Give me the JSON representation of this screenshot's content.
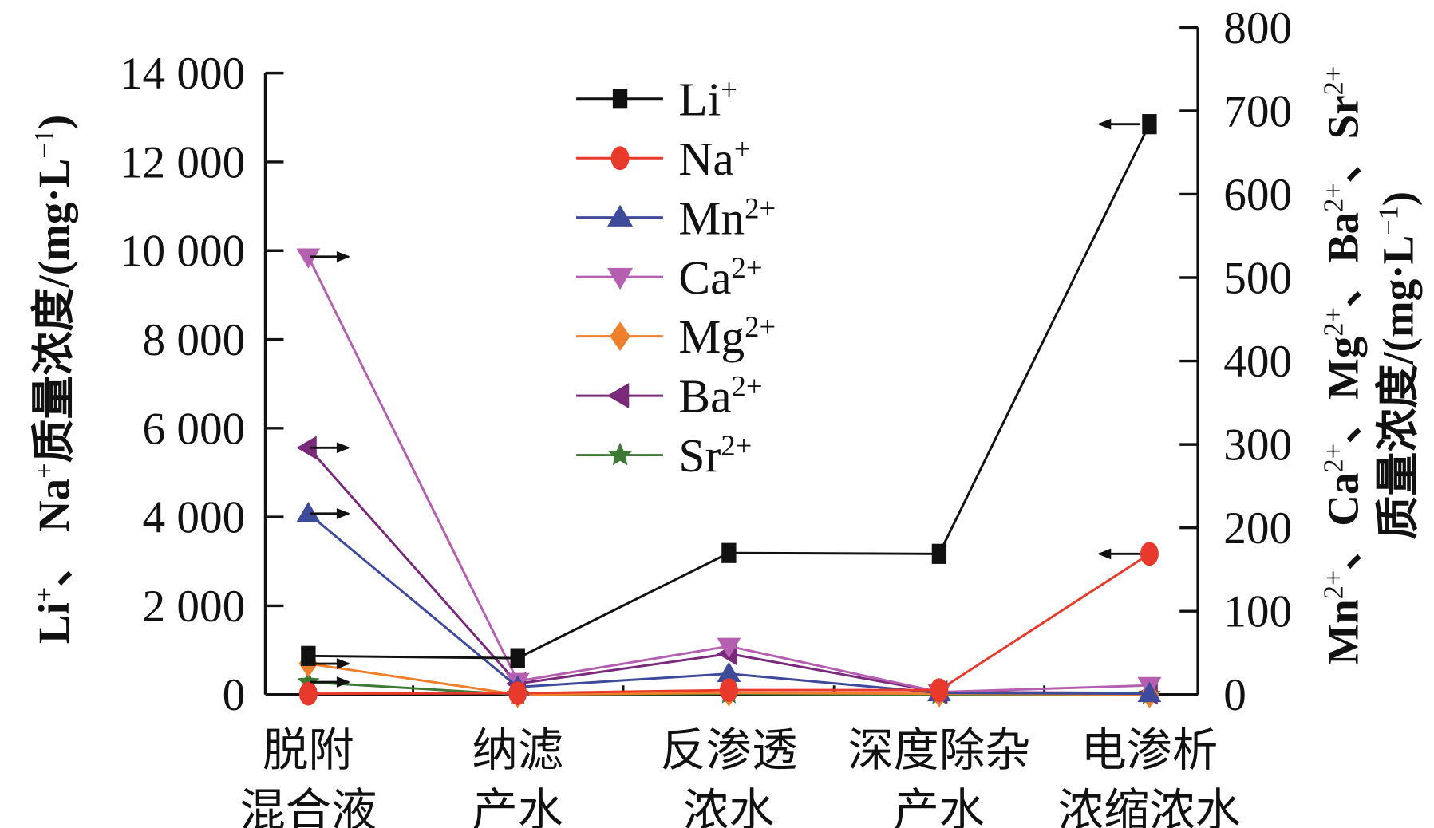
{
  "chart_data": {
    "type": "line",
    "categories": [
      [
        "脱附",
        "混合液"
      ],
      [
        "纳滤",
        "产水"
      ],
      [
        "反渗透",
        "浓水"
      ],
      [
        "深度除杂",
        "产水"
      ],
      [
        "电渗析",
        "浓缩浓水"
      ]
    ],
    "left_axis": {
      "label_parts": [
        "Li",
        "+",
        "、 Na",
        "+",
        "质量浓度/(mg·L",
        "−1",
        ")"
      ],
      "ylim": [
        0,
        14000
      ],
      "ticks": [
        0,
        2000,
        4000,
        6000,
        8000,
        10000,
        12000,
        14000
      ],
      "tick_labels": [
        "0",
        "2 000",
        "4 000",
        "6 000",
        "8 000",
        "10 000",
        "12 000",
        "14 000"
      ]
    },
    "right_axis": {
      "label_line1_parts": [
        "Mn",
        "2+",
        "、Ca",
        "2+",
        "、Mg",
        "2+",
        "、Ba",
        "2+",
        "、Sr",
        "2+"
      ],
      "label_line2_parts": [
        "质量浓度/(mg·L",
        "−1",
        ")"
      ],
      "ylim": [
        0,
        800
      ],
      "ticks": [
        0,
        100,
        200,
        300,
        400,
        500,
        600,
        700,
        800
      ],
      "tick_labels": [
        "0",
        "100",
        "200",
        "300",
        "400",
        "500",
        "600",
        "700",
        "800"
      ]
    },
    "series": [
      {
        "name": "Li",
        "charge": "+",
        "axis": "left",
        "color": "#111111",
        "marker": "square",
        "values": [
          870,
          820,
          3190,
          3170,
          12850
        ]
      },
      {
        "name": "Na",
        "charge": "+",
        "axis": "left",
        "color": "#e8392a",
        "marker": "circle",
        "values": [
          20,
          30,
          100,
          100,
          3170
        ]
      },
      {
        "name": "Mn",
        "charge": "2+",
        "axis": "right",
        "color": "#3e4a9a",
        "marker": "triangle-up",
        "values": [
          217,
          9,
          25,
          2,
          1
        ]
      },
      {
        "name": "Ca",
        "charge": "2+",
        "axis": "right",
        "color": "#b45fb0",
        "marker": "triangle-down",
        "values": [
          525,
          16,
          58,
          3,
          11
        ]
      },
      {
        "name": "Mg",
        "charge": "2+",
        "axis": "right",
        "color": "#f07f2c",
        "marker": "diamond",
        "values": [
          37,
          0,
          2,
          1,
          0
        ]
      },
      {
        "name": "Ba",
        "charge": "2+",
        "axis": "right",
        "color": "#7a2a7a",
        "marker": "triangle-left",
        "values": [
          296,
          13,
          49,
          3,
          2
        ]
      },
      {
        "name": "Sr",
        "charge": "2+",
        "axis": "right",
        "color": "#3e7a35",
        "marker": "star",
        "values": [
          15,
          0,
          1,
          0,
          0
        ]
      }
    ],
    "axis_arrows": [
      {
        "series": "Ca",
        "category": 0,
        "direction": "right"
      },
      {
        "series": "Ba",
        "category": 0,
        "direction": "right"
      },
      {
        "series": "Mn",
        "category": 0,
        "direction": "right"
      },
      {
        "series": "Mg",
        "category": 0,
        "direction": "right"
      },
      {
        "series": "Sr",
        "category": 0,
        "direction": "right"
      },
      {
        "series": "Li",
        "category": 4,
        "direction": "left"
      },
      {
        "series": "Na",
        "category": 4,
        "direction": "left"
      }
    ],
    "legend_placement": "top-center",
    "grid": false
  }
}
